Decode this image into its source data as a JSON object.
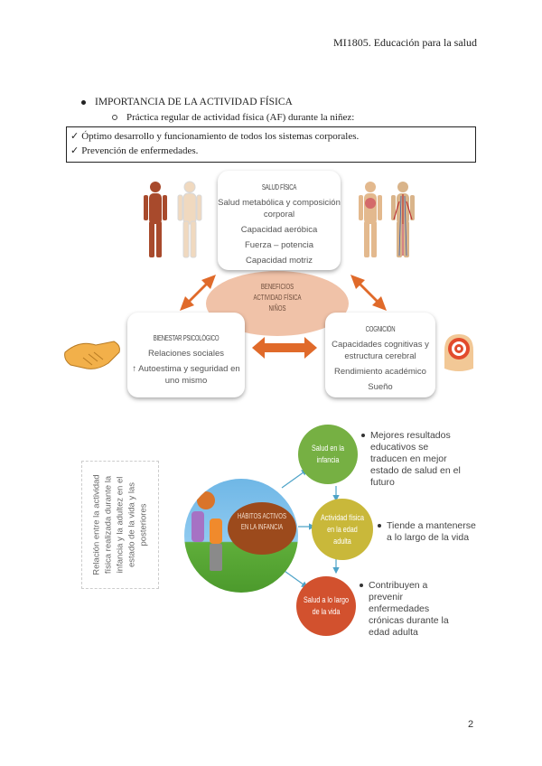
{
  "header": {
    "course": "MI1805. Educación para la salud"
  },
  "section": {
    "heading": "IMPORTANCIA DE LA ACTIVIDAD FÍSICA",
    "subheading": "Práctica regular de actividad física (AF) durante la niñez:",
    "checks": [
      {
        "mark": "✓",
        "text": "Óptimo desarrollo y funcionamiento de todos los sistemas corporales."
      },
      {
        "mark": "✓",
        "text": "Prevención de enfermedades."
      }
    ]
  },
  "benefits_diagram": {
    "center": {
      "lines": [
        "BENEFICIOS",
        "ACTIVIDAD FÍSICA",
        "NIÑOS"
      ]
    },
    "salud_fisica": {
      "title": "SALUD FÍSICA",
      "items": [
        "Salud metabólica y composición corporal",
        "Capacidad aeróbica",
        "Fuerza – potencia",
        "Capacidad motriz"
      ]
    },
    "bienestar": {
      "title": "BIENESTAR PSICOLÓGICO",
      "items": [
        "Relaciones sociales",
        "↑ Autoestima y seguridad en uno mismo"
      ]
    },
    "cognicion": {
      "title": "COGNICIÓN",
      "items": [
        "Capacidades cognitivas y estructura cerebral",
        "Rendimiento académico",
        "Sueño"
      ]
    },
    "colors": {
      "arrow": "#e06a2a",
      "ellipse": "#f0c2a8"
    },
    "images": [
      "muscular-system-figure",
      "skeletal-system-figure",
      "respiratory-system-figure",
      "circulatory-system-figure",
      "handshake",
      "head-target"
    ]
  },
  "habits_diagram": {
    "side_label": "Relación entre la actividad física realizada durante la infancia y la adultez en el estado de la vida y las posteriores",
    "center": "HÁBITOS ACTIVOS EN LA INFANCIA",
    "nodes": [
      {
        "label": "Salud en la infancia",
        "color": "#76b043",
        "note": "Mejores resultados educativos se traducen en mejor estado de salud en el futuro"
      },
      {
        "label": "Actividad física en la edad adulta",
        "color": "#c9b83a",
        "note": "Tiende a mantenerse a lo largo de la vida"
      },
      {
        "label": "Salud a lo largo de la vida",
        "color": "#d2512e",
        "note": "Contribuyen a prevenir enfermedades crónicas durante la edad adulta"
      }
    ],
    "colors": {
      "center": "#9c4a1c",
      "connector": "#4ea3c8"
    }
  },
  "page_number": "2"
}
